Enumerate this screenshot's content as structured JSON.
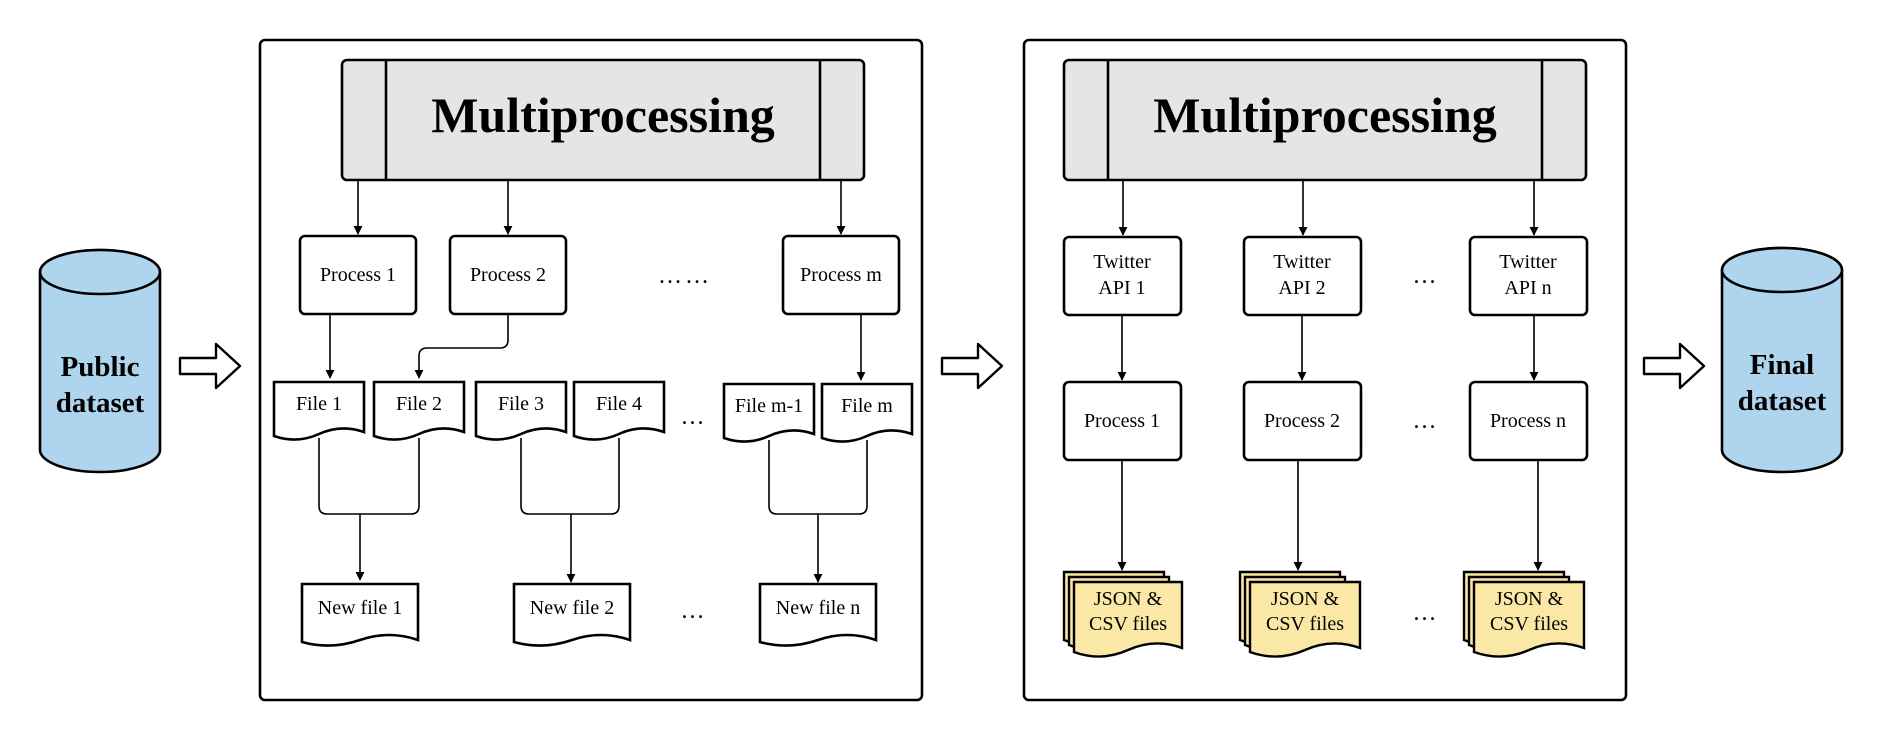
{
  "input": {
    "line1": "Public",
    "line2": "dataset",
    "fill": "#aed4ee"
  },
  "output": {
    "line1": "Final",
    "line2": "dataset",
    "fill": "#aed4ee"
  },
  "stage1": {
    "header": "Multiprocessing",
    "processes": [
      "Process 1",
      "Process 2",
      "Process m"
    ],
    "files": [
      "File 1",
      "File 2",
      "File 3",
      "File 4",
      "File m-1",
      "File m"
    ],
    "new_files": [
      "New file 1",
      "New file 2",
      "New file n"
    ],
    "ellipsis_long": "……",
    "ellipsis": "…"
  },
  "stage2": {
    "header": "Multiprocessing",
    "apis": [
      {
        "line1": "Twitter",
        "line2": "API 1"
      },
      {
        "line1": "Twitter",
        "line2": "API 2"
      },
      {
        "line1": "Twitter",
        "line2": "API n"
      }
    ],
    "processes": [
      "Process 1",
      "Process 2",
      "Process n"
    ],
    "outputs": [
      {
        "line1": "JSON &",
        "line2": "CSV files"
      },
      {
        "line1": "JSON &",
        "line2": "CSV files"
      },
      {
        "line1": "JSON &",
        "line2": "CSV files"
      }
    ],
    "ellipsis": "…"
  },
  "colors": {
    "header_fill": "#e5e5e5",
    "output_fill": "#fbe7a6",
    "stroke": "#000000"
  }
}
